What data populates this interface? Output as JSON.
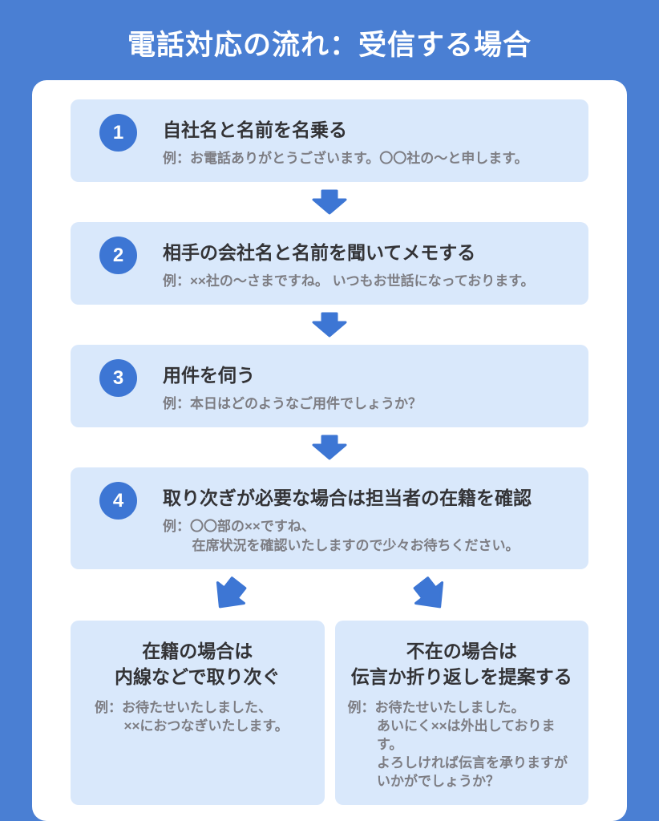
{
  "page": {
    "title": "電話対応の流れ：受信する場合"
  },
  "colors": {
    "background": "#4a7fd3",
    "card_bg": "#ffffff",
    "box_bg": "#d9e8fb",
    "accent": "#3d76d4",
    "heading_text": "#ffffff",
    "title_text": "#333336",
    "example_text": "#7d7d83"
  },
  "steps": [
    {
      "number": "1",
      "title": "自社名と名前を名乗る",
      "example": "例：お電話ありがとうございます。〇〇社の～と申します。"
    },
    {
      "number": "2",
      "title": "相手の会社名と名前を聞いてメモする",
      "example": "例：××社の～さまですね。 いつもお世話になっております。"
    },
    {
      "number": "3",
      "title": "用件を伺う",
      "example": "例：本日はどのようなご用件でしょうか？"
    },
    {
      "number": "4",
      "title": "取り次ぎが必要な場合は担当者の在籍を確認",
      "example": "例：〇〇部の××ですね、\n在席状況を確認いたしますので少々お待ちください。"
    }
  ],
  "branches": [
    {
      "title": "在籍の場合は\n内線などで取り次ぐ",
      "example": "例：お待たせいたしました、\n××におつなぎいたします。"
    },
    {
      "title": "不在の場合は\n伝言か折り返しを提案する",
      "example": "例：お待たせいたしました。\nあいにく××は外出しております。\nよろしければ伝言を承りますが\nいかがでしょうか？"
    }
  ],
  "icons": {
    "step_connector": "down-arrow",
    "branch_left": "down-left-arrow",
    "branch_right": "down-right-arrow"
  }
}
